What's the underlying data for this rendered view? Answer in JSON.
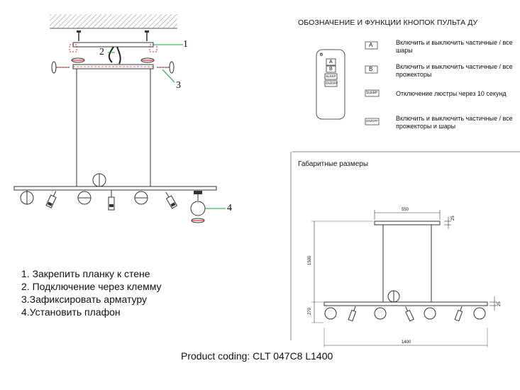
{
  "header_title": "ОБОЗНАЧЕНИЕ И ФУНКЦИИ КНОПОК ПУЛЬТА ДУ",
  "remote": {
    "buttons": [
      "A",
      "B",
      "SLEEP",
      "ON/OFF"
    ],
    "top_mark": "O"
  },
  "functions": [
    {
      "key": "A",
      "text": "Включить и выключить частичные / все шары"
    },
    {
      "key": "B",
      "text": "Включить и выключить частичные / все прожекторы"
    },
    {
      "key": "SLEEP",
      "text": "Отключение люстры через 10 секунд"
    },
    {
      "key": "ON/OFF",
      "text": "Включить и выключить частичные / все прожекторы и шары"
    }
  ],
  "dimensions_title": "Габаритные размеры",
  "dimensions": {
    "canopy_width": "550",
    "canopy_height": "25",
    "drop_height": "1500",
    "body_height": "270",
    "bar_height": "25",
    "total_length": "1400"
  },
  "callouts": [
    "1",
    "2",
    "3",
    "4"
  ],
  "steps": [
    "1. Закрепить планку к стене",
    "2. Подключение через клемму",
    "3.Зафиксировать арматуру",
    "4.Установить плафон"
  ],
  "product_code": "Product coding: CLT 047C8 L1400"
}
